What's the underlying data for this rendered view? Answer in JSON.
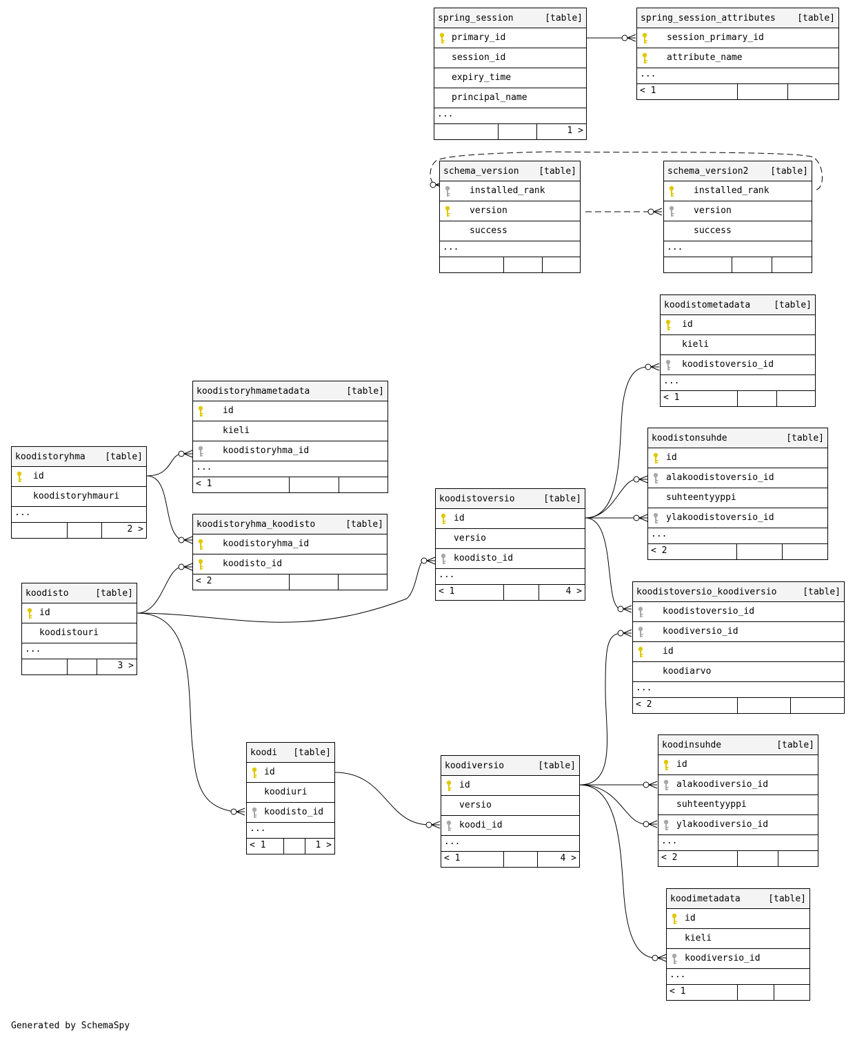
{
  "tables": [
    {
      "name": "spring_session",
      "kind": "[table]",
      "columns": [
        {
          "name": "primary_id",
          "key": "pk"
        },
        {
          "name": "session_id",
          "key": ""
        },
        {
          "name": "expiry_time",
          "key": ""
        },
        {
          "name": "principal_name",
          "key": ""
        }
      ],
      "more": "...",
      "footer": [
        "",
        "",
        "1 >"
      ]
    },
    {
      "name": "spring_session_attributes",
      "kind": "[table]",
      "columns": [
        {
          "name": "session_primary_id",
          "key": "pk"
        },
        {
          "name": "attribute_name",
          "key": "pk"
        }
      ],
      "more": "...",
      "footer": [
        "< 1",
        "",
        ""
      ]
    },
    {
      "name": "schema_version",
      "kind": "[table]",
      "columns": [
        {
          "name": "installed_rank",
          "key": "fk"
        },
        {
          "name": "version",
          "key": "pk"
        },
        {
          "name": "success",
          "key": ""
        }
      ],
      "more": "...",
      "footer": [
        "",
        "",
        ""
      ]
    },
    {
      "name": "schema_version2",
      "kind": "[table]",
      "columns": [
        {
          "name": "installed_rank",
          "key": "pk"
        },
        {
          "name": "version",
          "key": "fk"
        },
        {
          "name": "success",
          "key": ""
        }
      ],
      "more": "...",
      "footer": [
        "",
        "",
        ""
      ]
    },
    {
      "name": "koodistometadata",
      "kind": "[table]",
      "columns": [
        {
          "name": "id",
          "key": "pk"
        },
        {
          "name": "kieli",
          "key": ""
        },
        {
          "name": "koodistoversio_id",
          "key": "fk"
        }
      ],
      "more": "...",
      "footer": [
        "< 1",
        "",
        ""
      ]
    },
    {
      "name": "koodistoryhmametadata",
      "kind": "[table]",
      "columns": [
        {
          "name": "id",
          "key": "pk"
        },
        {
          "name": "kieli",
          "key": ""
        },
        {
          "name": "koodistoryhma_id",
          "key": "fk"
        }
      ],
      "more": "...",
      "footer": [
        "< 1",
        "",
        ""
      ]
    },
    {
      "name": "koodistoryhma",
      "kind": "[table]",
      "columns": [
        {
          "name": "id",
          "key": "pk"
        },
        {
          "name": "koodistoryhmauri",
          "key": ""
        }
      ],
      "more": "...",
      "footer": [
        "",
        "",
        "2 >"
      ]
    },
    {
      "name": "koodistonsuhde",
      "kind": "[table]",
      "columns": [
        {
          "name": "id",
          "key": "pk"
        },
        {
          "name": "alakoodistoversio_id",
          "key": "fk"
        },
        {
          "name": "suhteentyyppi",
          "key": ""
        },
        {
          "name": "ylakoodistoversio_id",
          "key": "fk"
        }
      ],
      "more": "...",
      "footer": [
        "< 2",
        "",
        ""
      ]
    },
    {
      "name": "koodistoversio",
      "kind": "[table]",
      "columns": [
        {
          "name": "id",
          "key": "pk"
        },
        {
          "name": "versio",
          "key": ""
        },
        {
          "name": "koodisto_id",
          "key": "fk"
        }
      ],
      "more": "...",
      "footer": [
        "< 1",
        "",
        "4 >"
      ]
    },
    {
      "name": "koodistoryhma_koodisto",
      "kind": "[table]",
      "columns": [
        {
          "name": "koodistoryhma_id",
          "key": "pk"
        },
        {
          "name": "koodisto_id",
          "key": "pk"
        }
      ],
      "more": "",
      "footer": [
        "< 2",
        "",
        ""
      ]
    },
    {
      "name": "koodisto",
      "kind": "[table]",
      "columns": [
        {
          "name": "id",
          "key": "pk"
        },
        {
          "name": "koodistouri",
          "key": ""
        }
      ],
      "more": "...",
      "footer": [
        "",
        "",
        "3 >"
      ]
    },
    {
      "name": "koodistoversio_koodiversio",
      "kind": "[table]",
      "columns": [
        {
          "name": "koodistoversio_id",
          "key": "fk"
        },
        {
          "name": "koodiversio_id",
          "key": "fk"
        },
        {
          "name": "id",
          "key": "pk"
        },
        {
          "name": "koodiarvo",
          "key": ""
        }
      ],
      "more": "...",
      "footer": [
        "< 2",
        "",
        ""
      ]
    },
    {
      "name": "koodinsuhde",
      "kind": "[table]",
      "columns": [
        {
          "name": "id",
          "key": "pk"
        },
        {
          "name": "alakoodiversio_id",
          "key": "fk"
        },
        {
          "name": "suhteentyyppi",
          "key": ""
        },
        {
          "name": "ylakoodiversio_id",
          "key": "fk"
        }
      ],
      "more": "...",
      "footer": [
        "< 2",
        "",
        ""
      ]
    },
    {
      "name": "koodi",
      "kind": "[table]",
      "columns": [
        {
          "name": "id",
          "key": "pk"
        },
        {
          "name": "koodiuri",
          "key": ""
        },
        {
          "name": "koodisto_id",
          "key": "fk"
        }
      ],
      "more": "...",
      "footer": [
        "< 1",
        "",
        "1 >"
      ]
    },
    {
      "name": "koodiversio",
      "kind": "[table]",
      "columns": [
        {
          "name": "id",
          "key": "pk"
        },
        {
          "name": "versio",
          "key": ""
        },
        {
          "name": "koodi_id",
          "key": "fk"
        }
      ],
      "more": "...",
      "footer": [
        "< 1",
        "",
        "4 >"
      ]
    },
    {
      "name": "koodimetadata",
      "kind": "[table]",
      "columns": [
        {
          "name": "id",
          "key": "pk"
        },
        {
          "name": "kieli",
          "key": ""
        },
        {
          "name": "koodiversio_id",
          "key": "fk"
        }
      ],
      "more": "...",
      "footer": [
        "< 1",
        "",
        ""
      ]
    }
  ],
  "colors": {
    "pk": "#e0c800",
    "fk": "#a8a8a8",
    "header_bg": "#f4f4f4"
  },
  "generated_by": "Generated by SchemaSpy"
}
